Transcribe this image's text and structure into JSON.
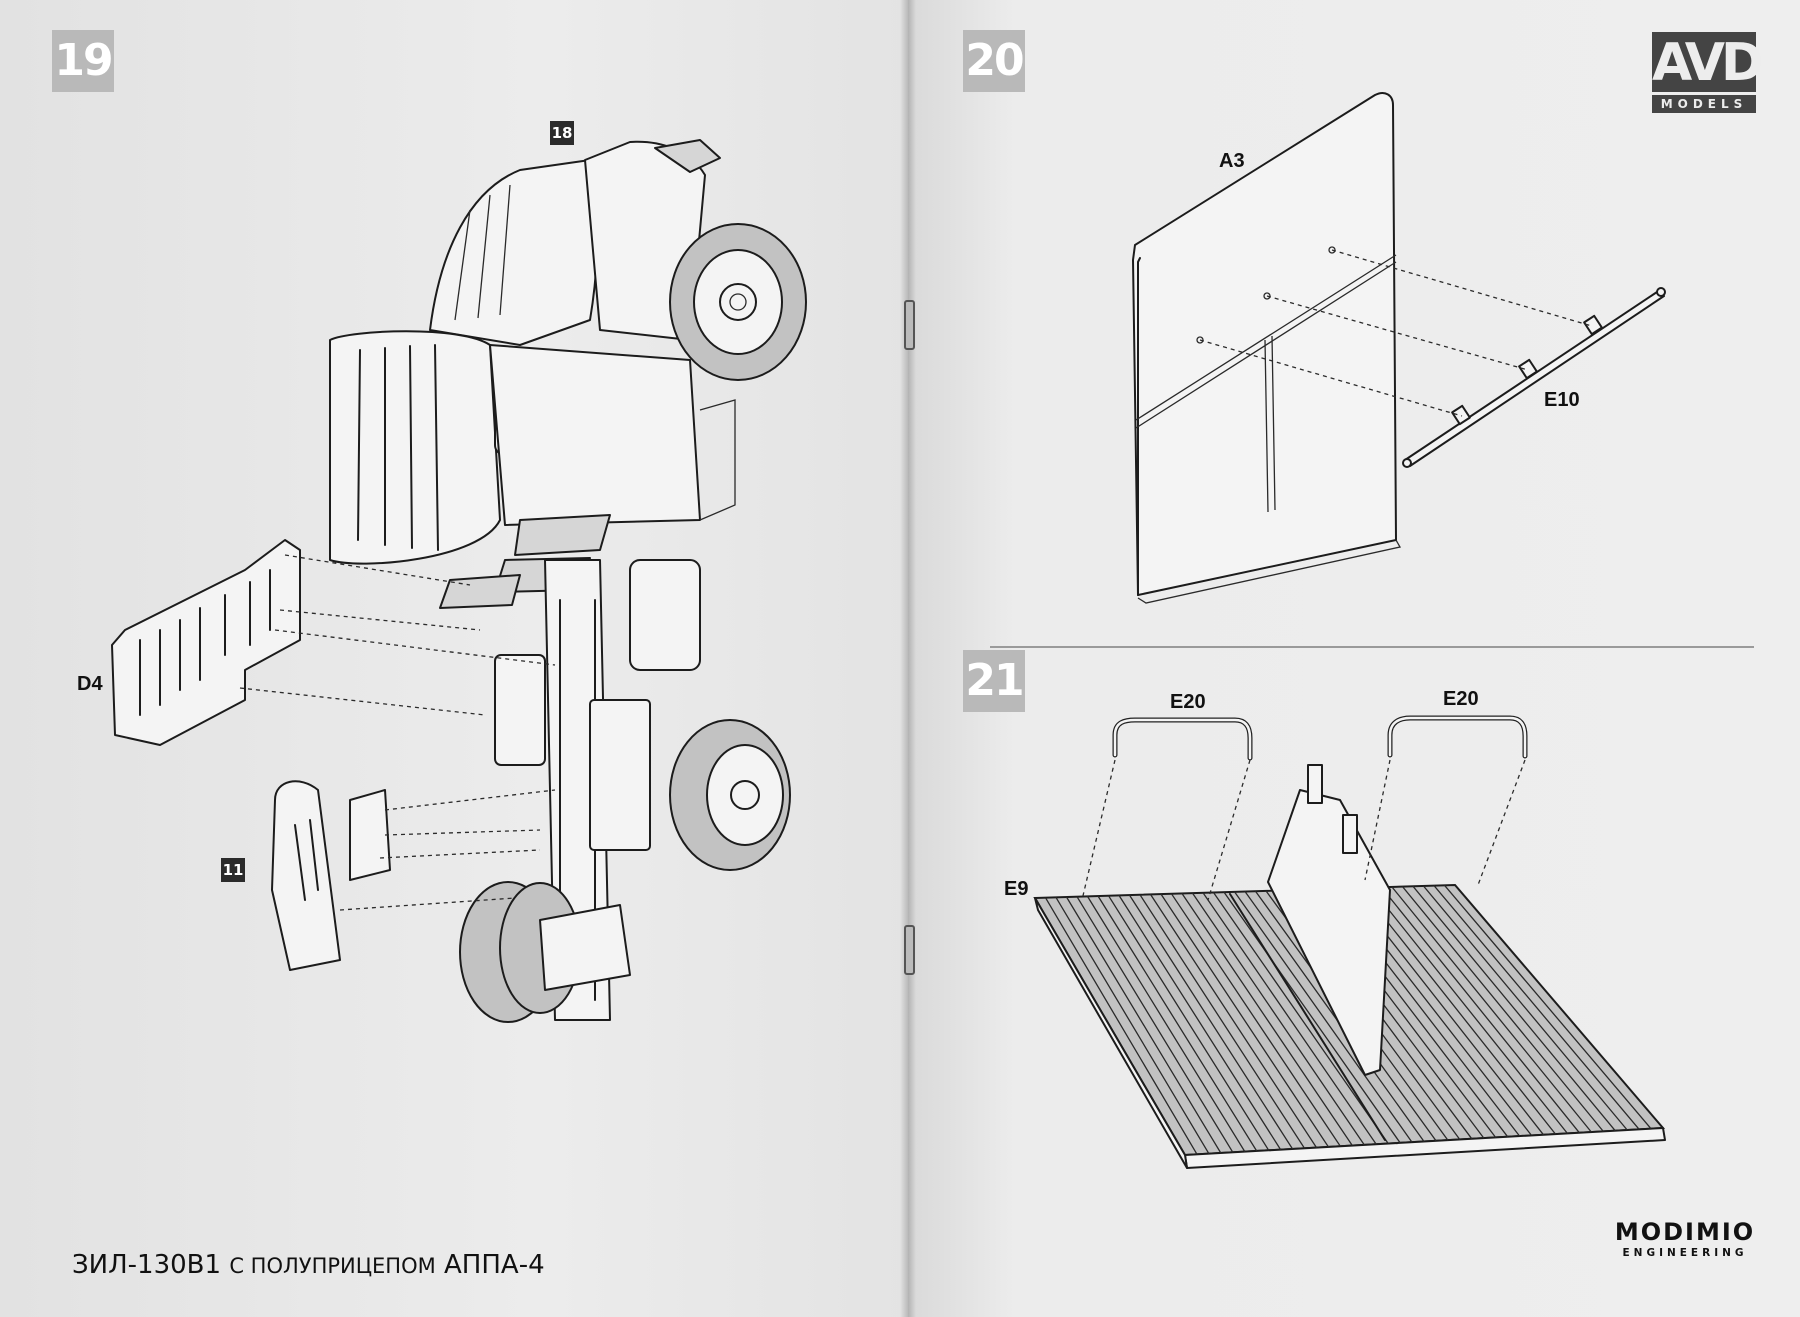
{
  "steps": {
    "step19": "19",
    "step20": "20",
    "step21": "21"
  },
  "sub_steps": {
    "ref18": "18",
    "ref11": "11"
  },
  "part_labels": {
    "d4": "D4",
    "a3": "A3",
    "e10": "E10",
    "e20_left": "E20",
    "e20_right": "E20",
    "e9": "E9"
  },
  "footer": {
    "title_main_1": "ЗИЛ-130В1 ",
    "title_small": "С ПОЛУПРИЦЕПОМ",
    "title_main_2": " АППА-4"
  },
  "logos": {
    "avd_main": "AVD",
    "avd_sub": "MODELS",
    "modimio_main": "MODIMIO",
    "modimio_sub": "ENGINEERING"
  }
}
